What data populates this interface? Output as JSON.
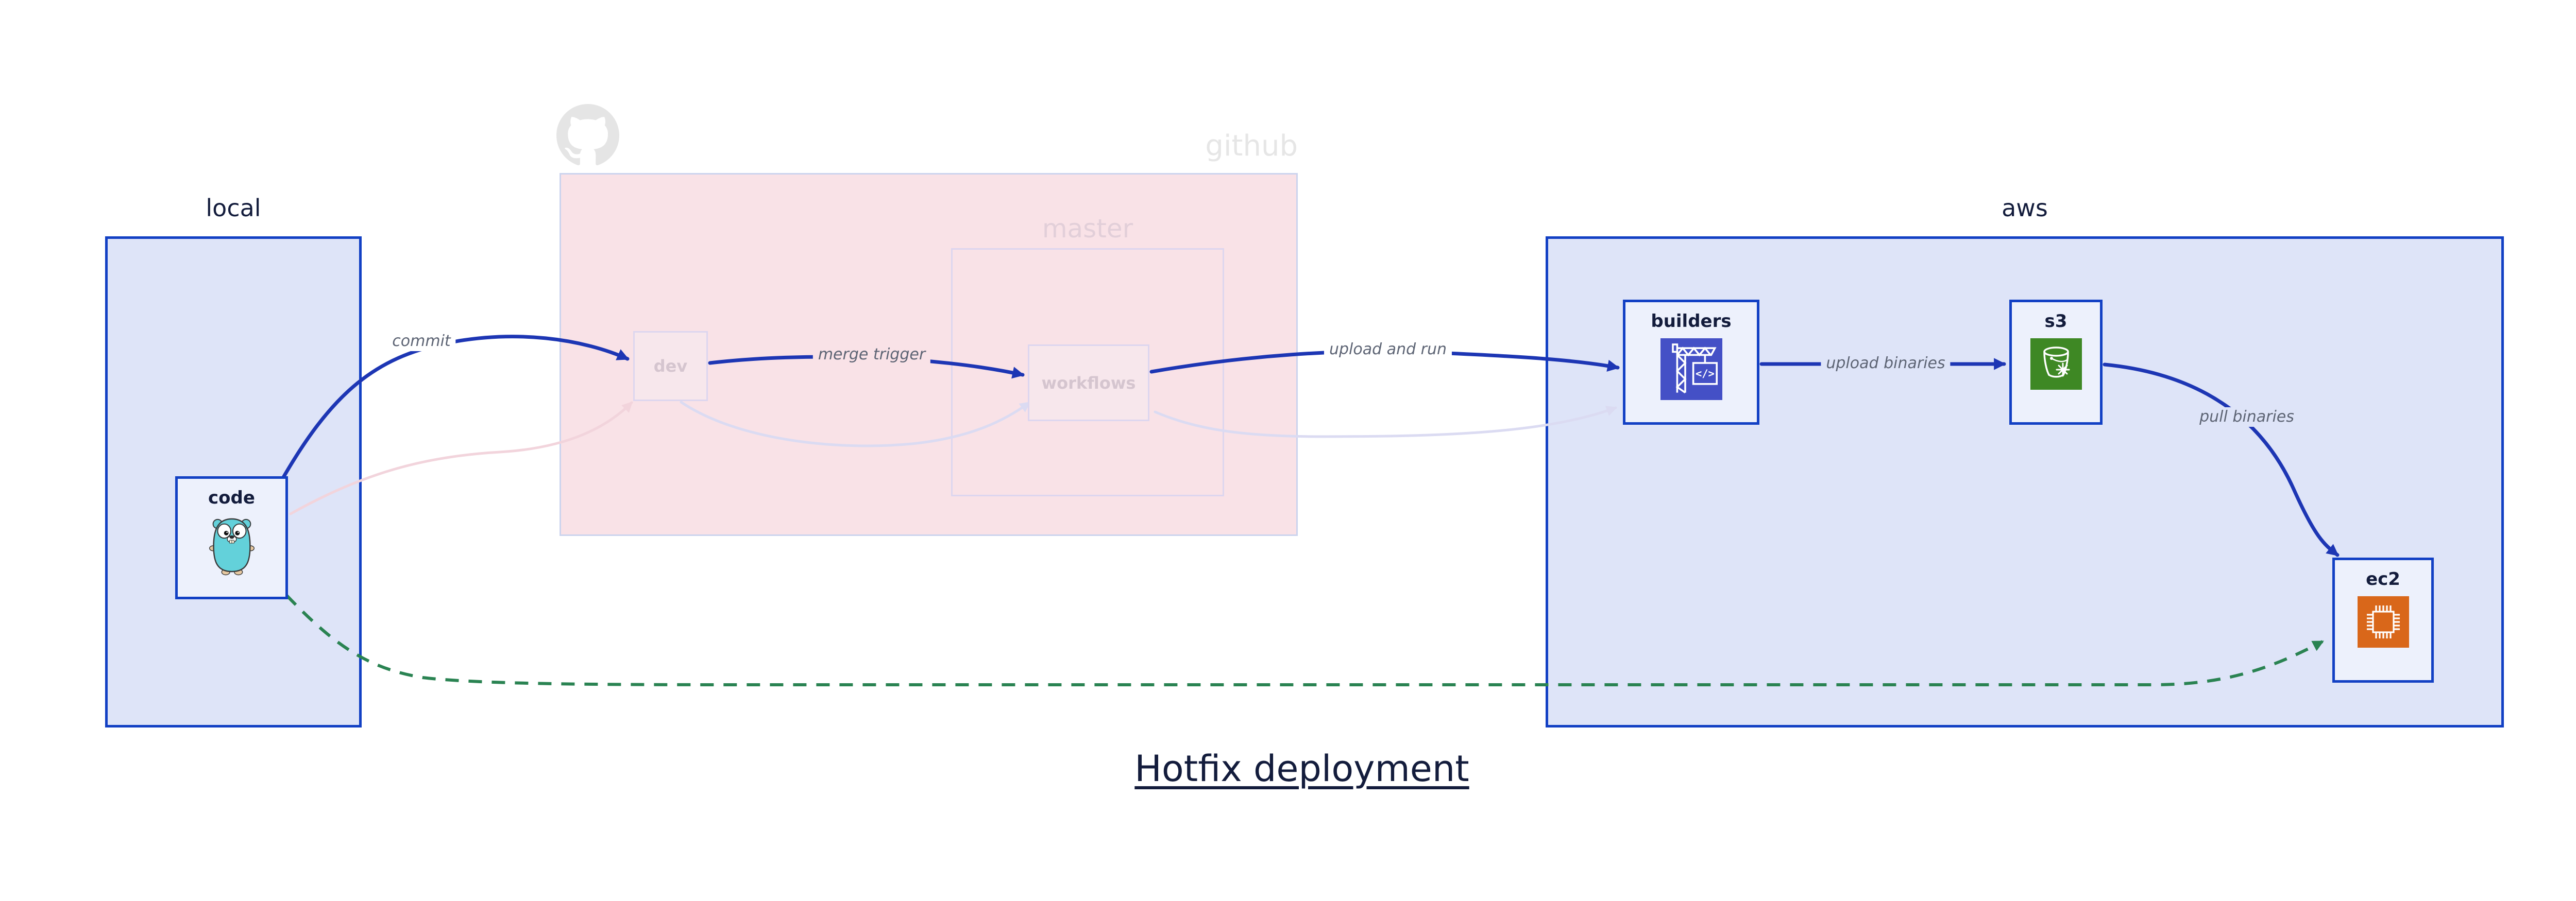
{
  "title": {
    "text": "Hotfix deployment"
  },
  "groups": {
    "local": {
      "label": "local"
    },
    "github": {
      "label": "github",
      "master": {
        "label": "master"
      }
    },
    "aws": {
      "label": "aws"
    }
  },
  "nodes": {
    "code": {
      "label": "code",
      "icon": "go-gopher-icon"
    },
    "dev": {
      "label": "dev",
      "state": "faded"
    },
    "workflows": {
      "label": "workflows",
      "state": "faded"
    },
    "builders": {
      "label": "builders",
      "icon": "aws-codebuild-crane-icon",
      "icon_glyph": "</>"
    },
    "s3": {
      "label": "s3",
      "icon": "aws-s3-bucket-icon"
    },
    "ec2": {
      "label": "ec2",
      "icon": "aws-ec2-chip-icon"
    }
  },
  "edges": {
    "commit": {
      "label": "commit",
      "from": "code",
      "to": "dev",
      "style": "solid-blue"
    },
    "merge_trigger": {
      "label": "merge trigger",
      "from": "dev",
      "to": "workflows",
      "style": "solid-blue"
    },
    "upload_and_run": {
      "label": "upload and run",
      "from": "workflows",
      "to": "builders",
      "style": "solid-blue"
    },
    "upload_binaries": {
      "label": "upload binaries",
      "from": "builders",
      "to": "s3",
      "style": "solid-blue"
    },
    "pull_binaries": {
      "label": "pull binaries",
      "from": "s3",
      "to": "ec2",
      "style": "solid-blue"
    },
    "hotfix_path": {
      "from": "code",
      "to": "ec2",
      "style": "dashed-green"
    },
    "faded_code_dev": {
      "from": "code",
      "to": "dev",
      "style": "faded-pink"
    },
    "faded_dev_workflows": {
      "from": "dev",
      "to": "workflows",
      "style": "faded-lavender"
    },
    "faded_workflows_builders": {
      "from": "workflows",
      "to": "builders",
      "style": "faded-lavender"
    }
  },
  "colors": {
    "group_fill_blue": "#dee4f8",
    "group_border_blue": "#1240c4",
    "github_fill": "#f9e2e7",
    "faded_border": "#ddd6ef",
    "node_fill": "#edf1fc",
    "edge_blue": "#1d36b4",
    "edge_green": "#2a8352",
    "edge_faded_pink": "#f2d4dc",
    "edge_faded_lavender": "#dbdbf2",
    "label_gray": "#5d6474",
    "text_navy": "#131c3c",
    "faded_text": "#d5c5cf",
    "octocat_gray": "#e5e5e5",
    "codebuild_indigo": "#4450c6",
    "s3_green": "#3e8824",
    "ec2_orange": "#d9671a",
    "gopher_teal": "#63d1da"
  }
}
